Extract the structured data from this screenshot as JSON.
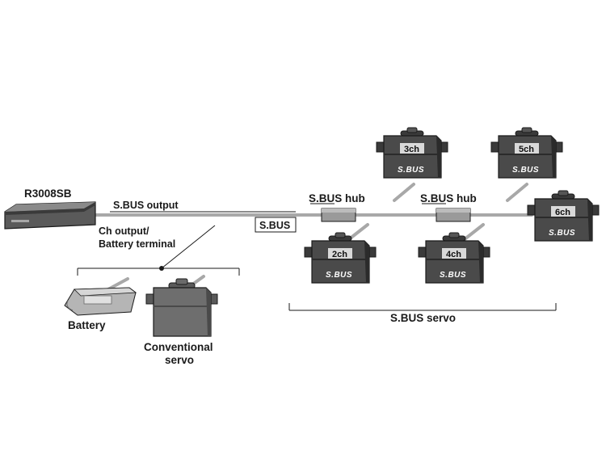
{
  "receiver": {
    "label": "R3008SB"
  },
  "sbus_output_label": "S.BUS output",
  "ch_output": {
    "line1": "Ch output/",
    "line2": "Battery terminal"
  },
  "sbus_tag": "S.BUS",
  "hubs": [
    {
      "label": "S.BUS hub"
    },
    {
      "label": "S.BUS hub"
    }
  ],
  "servos": [
    {
      "channel": "2ch",
      "logo": "S.BUS"
    },
    {
      "channel": "3ch",
      "logo": "S.BUS"
    },
    {
      "channel": "4ch",
      "logo": "S.BUS"
    },
    {
      "channel": "5ch",
      "logo": "S.BUS"
    },
    {
      "channel": "6ch",
      "logo": "S.BUS"
    }
  ],
  "sbus_servo_label": "S.BUS servo",
  "battery_label": "Battery",
  "conventional_servo": {
    "line1": "Conventional",
    "line2": "servo"
  },
  "colors": {
    "wire": "#a8a8a8",
    "servo_body": "#4a4a4a",
    "servo_dark": "#2b2b2b",
    "servo_label": "#d9d9d9",
    "line": "#1a1a1a"
  }
}
